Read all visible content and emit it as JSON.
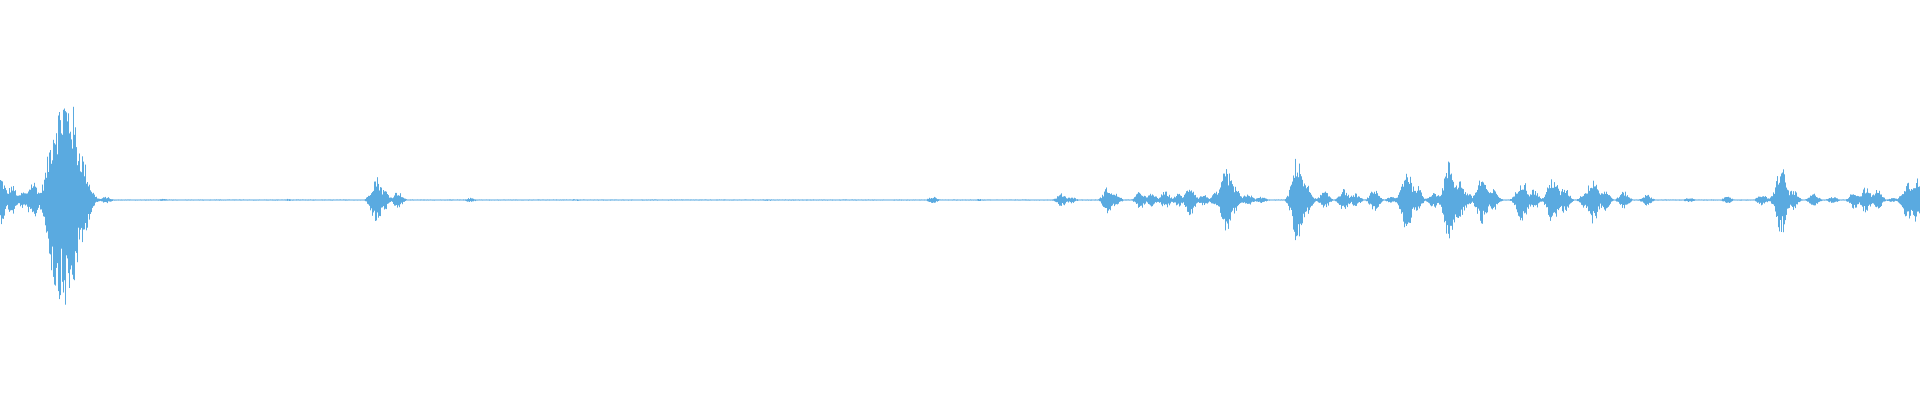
{
  "waveform": {
    "color": "#5aaae0",
    "background": "#ffffff",
    "peaks": [
      [
        0.0,
        0.22
      ],
      [
        0.006,
        0.14
      ],
      [
        0.012,
        0.08
      ],
      [
        0.017,
        0.18
      ],
      [
        0.02,
        0.06
      ],
      [
        0.026,
        0.02
      ],
      [
        0.03,
        0.9
      ],
      [
        0.033,
        1.0
      ],
      [
        0.036,
        0.95
      ],
      [
        0.04,
        0.55
      ],
      [
        0.043,
        0.18
      ],
      [
        0.047,
        0.06
      ],
      [
        0.055,
        0.03
      ],
      [
        0.085,
        0.01
      ],
      [
        0.15,
        0.01
      ],
      [
        0.196,
        0.22
      ],
      [
        0.2,
        0.1
      ],
      [
        0.207,
        0.08
      ],
      [
        0.245,
        0.02
      ],
      [
        0.3,
        0.01
      ],
      [
        0.4,
        0.01
      ],
      [
        0.486,
        0.03
      ],
      [
        0.51,
        0.01
      ],
      [
        0.553,
        0.06
      ],
      [
        0.558,
        0.03
      ],
      [
        0.577,
        0.12
      ],
      [
        0.581,
        0.06
      ],
      [
        0.594,
        0.08
      ],
      [
        0.6,
        0.06
      ],
      [
        0.607,
        0.08
      ],
      [
        0.614,
        0.06
      ],
      [
        0.62,
        0.14
      ],
      [
        0.627,
        0.05
      ],
      [
        0.634,
        0.08
      ],
      [
        0.639,
        0.3
      ],
      [
        0.643,
        0.14
      ],
      [
        0.65,
        0.06
      ],
      [
        0.657,
        0.03
      ],
      [
        0.676,
        0.42
      ],
      [
        0.68,
        0.16
      ],
      [
        0.69,
        0.08
      ],
      [
        0.7,
        0.1
      ],
      [
        0.706,
        0.06
      ],
      [
        0.716,
        0.1
      ],
      [
        0.725,
        0.03
      ],
      [
        0.733,
        0.3
      ],
      [
        0.738,
        0.14
      ],
      [
        0.747,
        0.08
      ],
      [
        0.755,
        0.36
      ],
      [
        0.76,
        0.2
      ],
      [
        0.764,
        0.08
      ],
      [
        0.772,
        0.22
      ],
      [
        0.778,
        0.1
      ],
      [
        0.793,
        0.2
      ],
      [
        0.799,
        0.1
      ],
      [
        0.809,
        0.22
      ],
      [
        0.815,
        0.12
      ],
      [
        0.826,
        0.08
      ],
      [
        0.83,
        0.22
      ],
      [
        0.836,
        0.1
      ],
      [
        0.846,
        0.08
      ],
      [
        0.858,
        0.05
      ],
      [
        0.88,
        0.02
      ],
      [
        0.9,
        0.03
      ],
      [
        0.918,
        0.05
      ],
      [
        0.928,
        0.32
      ],
      [
        0.934,
        0.1
      ],
      [
        0.945,
        0.06
      ],
      [
        0.955,
        0.03
      ],
      [
        0.966,
        0.08
      ],
      [
        0.972,
        0.12
      ],
      [
        0.978,
        0.1
      ],
      [
        0.986,
        0.02
      ],
      [
        0.994,
        0.18
      ],
      [
        0.998,
        0.22
      ],
      [
        1.0,
        0.1
      ]
    ]
  }
}
